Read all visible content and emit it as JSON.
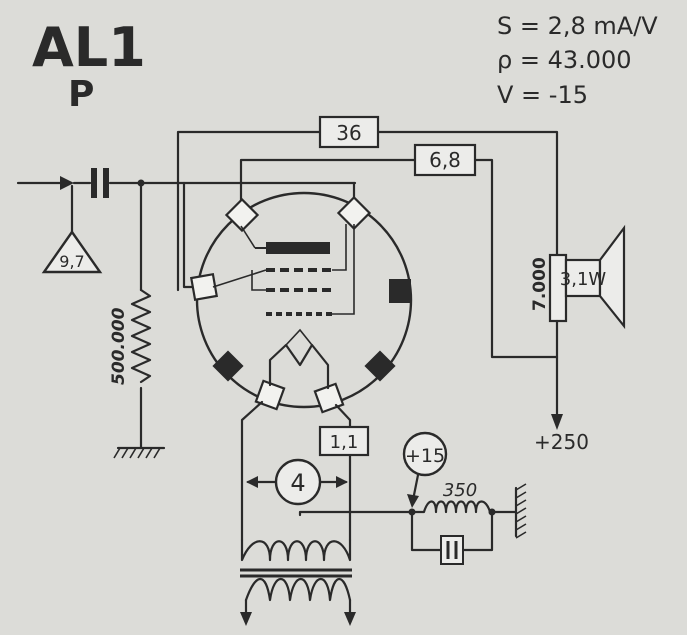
{
  "tube": {
    "name": "AL1",
    "type_letter": "P"
  },
  "specs": {
    "s": "S = 2,8 mA/V",
    "rho": "ρ = 43.000",
    "v": "V = -15"
  },
  "components": {
    "input_signal": "9,7",
    "grid_leak": "500.000",
    "screen_resistor": "36",
    "plate_resistor": "6,8",
    "load_impedance": "7.000",
    "speaker_power": "3,1W",
    "supply": "+250",
    "filament_current": "1,1",
    "filament_voltage": "4",
    "bias_voltage": "+15",
    "cathode_resistor": "350"
  },
  "colors": {
    "background": "#dcdcd8",
    "ink": "#2a2a2a"
  }
}
